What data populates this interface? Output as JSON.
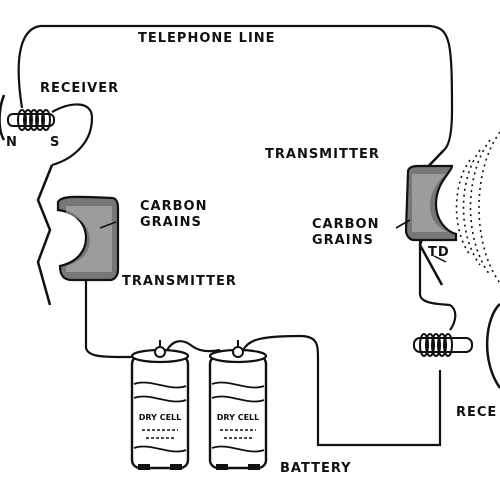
{
  "labels": {
    "telephone_line": "TELEPHONE LINE",
    "receiver_left": "RECEIVER",
    "pole_n": "N",
    "pole_s": "S",
    "transmitter_right": "TRANSMITTER",
    "carbon_grains_left_1": "CARBON",
    "carbon_grains_left_2": "GRAINS",
    "transmitter_left": "TRANSMITTER",
    "carbon_grains_right_1": "CARBON",
    "carbon_grains_right_2": "GRAINS",
    "td": "TD",
    "battery": "BATTERY",
    "receiver_right": "RECE",
    "dry_cell_1": "DRY CELL",
    "dry_cell_2": "DRY CELL"
  }
}
